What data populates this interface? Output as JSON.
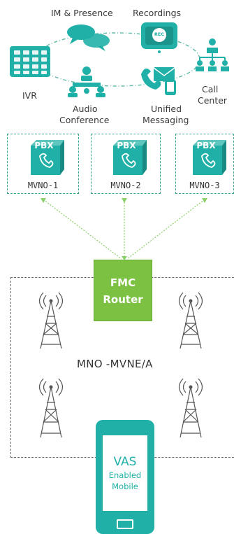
{
  "services": {
    "im_presence": "IM & Presence",
    "recordings": "Recordings",
    "ivr": "IVR",
    "call_center_1": "Call",
    "call_center_2": "Center",
    "audio_conf_1": "Audio",
    "audio_conf_2": "Conference",
    "unified_msg_1": "Unified",
    "unified_msg_2": "Messaging",
    "rec_badge": "REC"
  },
  "pbx": [
    {
      "badge": "PBX",
      "label": "MVNO-1"
    },
    {
      "badge": "PBX",
      "label": "MVNO-2"
    },
    {
      "badge": "PBX",
      "label": "MVNO-3"
    }
  ],
  "router": {
    "line1": "FMC",
    "line2": "Router"
  },
  "network": {
    "label": "MNO -MVNE/A"
  },
  "mobile": {
    "line1": "VAS",
    "line2": "Enabled",
    "line3": "Mobile"
  },
  "colors": {
    "teal": "#21b0a7",
    "green": "#7cc142",
    "link": "#8bd16b"
  }
}
